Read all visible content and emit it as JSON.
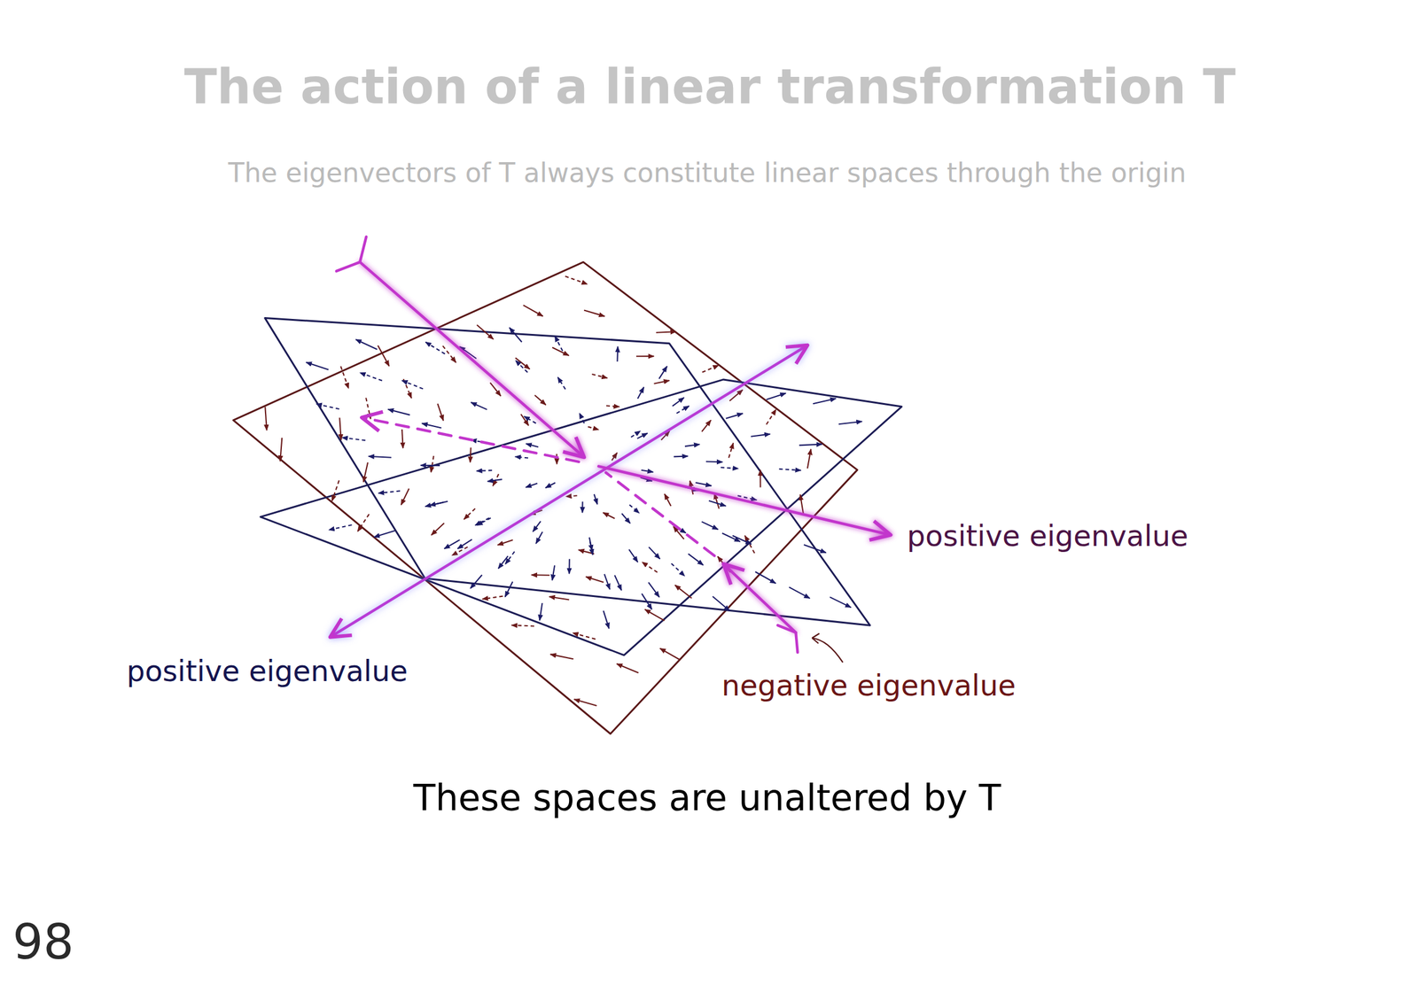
{
  "diagram": {
    "title": "The action of a linear transformation T",
    "caption": "These spaces are unaltered by T",
    "labels": [
      "The eigenvectors of T always constitute linear spaces through the origin",
      "positive eigenvalue",
      "positive eigenvalue",
      "negative eigenvalue",
      "98"
    ]
  }
}
